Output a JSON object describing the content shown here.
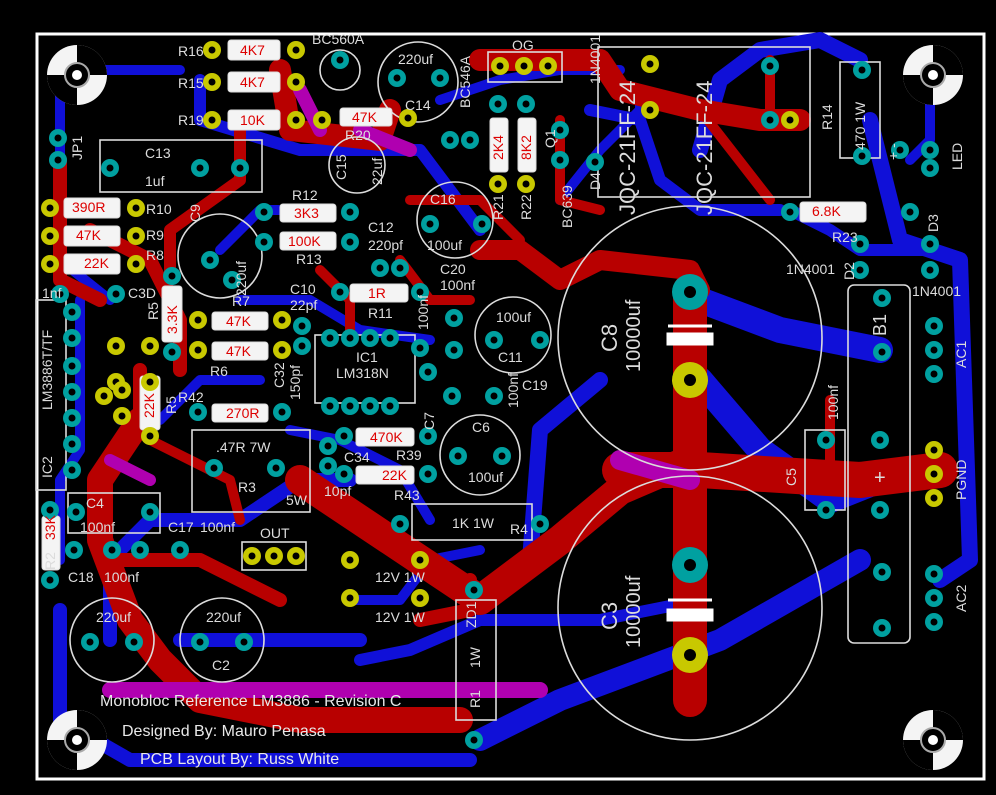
{
  "credits": {
    "title": "Monobloc Reference LM3886 - Revision C",
    "designer": "Designed By: Mauro Penasa",
    "layout": "PCB Layout By: Russ White"
  },
  "colors": {
    "background": "#000000",
    "top_copper": "#b80000",
    "bottom_copper": "#1010d8",
    "overlap": "#b000b0",
    "silkscreen": "#dcdcdc",
    "pad_ring": "#c8c800",
    "via_ring": "#00a0a0",
    "outline": "#ffffff"
  },
  "labels": {
    "r16": "R16",
    "r16_val": "4K7",
    "bc560": "BC560A",
    "r15": "R15",
    "r15_val": "4K7",
    "c14_val": "220uf",
    "c14": "C14",
    "r19": "R19",
    "r19_val": "10K",
    "r20_val": "47K",
    "r20": "R20",
    "bc546": "BC546A",
    "og": "OG",
    "d_1n4001_top": "1N4001",
    "relay1": "JQC-21FF-24",
    "relay2": "JQC-21FF-24",
    "r14": "R14",
    "r14_val": "470 1W",
    "jp1": "JP1",
    "c13": "C13",
    "c13_val": "1uf",
    "c15": "C15",
    "c15_val": "22uf",
    "r21": "R21",
    "r21_val": "2K4",
    "r22": "R22",
    "r22_val": "8K2",
    "q1": "Q1",
    "bc639": "BC639",
    "d4": "D4",
    "led": "LED",
    "r12": "R12",
    "r12_val": "3K3",
    "c16": "C16",
    "c16_val": "100uf",
    "r10_val": "390R",
    "r10": "R10",
    "c9": "C9",
    "r9_val": "47K",
    "r9": "R9",
    "c12": "C12",
    "c12_val": "220pf",
    "r13": "R13",
    "r13_val": "100K",
    "r23_val": "6.8K",
    "r23": "R23",
    "d3": "D3",
    "r8_val": "22K",
    "r8": "R8",
    "c9_val": "220uf",
    "c20": "C20",
    "c20_val": "100nf",
    "d2": "D2",
    "d2_val": "1N4001",
    "d3_val": "1N4001",
    "c3d_pre": "1nf",
    "c3d": "C3D",
    "r11_val": "1R",
    "r11": "R11",
    "c10": "C10",
    "c10_val": "22pf",
    "r5x": "R5",
    "r5x_val": "3.3K",
    "r7": "R7",
    "r7_val": "47K",
    "r6_val": "47K",
    "r6": "R6",
    "c11_val": "100uf",
    "c11": "C11",
    "c8": "C8",
    "c8_val": "10000uf",
    "b1": "B1",
    "ic1": "IC1",
    "ic1_val": "LM318N",
    "ac1": "AC1",
    "ic2_val": "LM3886T/TF",
    "ic2": "IC2",
    "r42": "R42",
    "r42_val": "270R",
    "c32": "C32",
    "c32_val": "150pf",
    "r5": "R5",
    "r5_val": "22K",
    "c19": "C19",
    "c19_val": "100nf",
    "c7": "C7",
    "c7_val": "100nf",
    "r39_val": "470K",
    "r39": "R39",
    "c6": "C6",
    "c6_val": "100uf",
    "c5": "C5",
    "c5_val": "100nf",
    "r3_val": ".47R 7W",
    "r3": "R3",
    "r3_w": "5W",
    "c34": "C34",
    "c34_val": "10pf",
    "r43_val": "22K",
    "r43": "R43",
    "pgnd": "PGND",
    "c4": "C4",
    "c4_val": "100nf",
    "c17": "C17",
    "c17_val": "100nf",
    "r4_val": "1K 1W",
    "r4": "R4",
    "out": "OUT",
    "r2": "R2",
    "r2_val": "33K",
    "c18": "C18",
    "c18_val": "100nf",
    "zd1": "12V 1W",
    "zd2": "12V 1W",
    "zd1_lbl": "ZD1",
    "c3": "C3",
    "c3_val": "10000uf",
    "ac2": "AC2",
    "c1_val": "220uf",
    "c2_val": "220uf",
    "c2": "C2",
    "r1": "R1",
    "r1_val": "1W",
    "pm": "+  -",
    "plus": "+"
  }
}
